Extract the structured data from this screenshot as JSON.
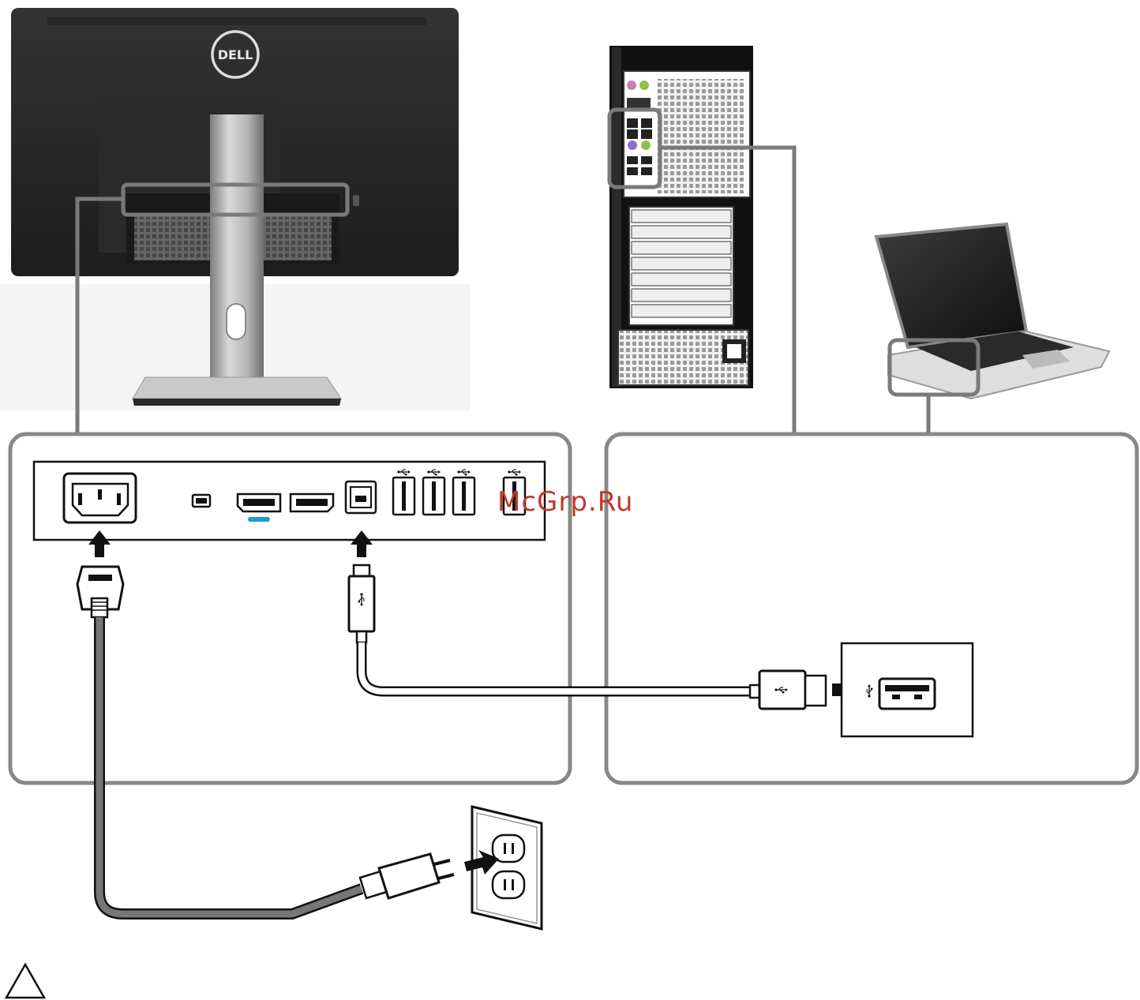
{
  "monitor": {
    "brand": "DELL",
    "stand_label": "monitor-stand"
  },
  "watermark": {
    "text": "McGrp.Ru",
    "color": "#c0392b"
  },
  "colors": {
    "outline": "#1a1a1a",
    "callout": "#7a7a7a",
    "dp_accent": "#1e9ad6",
    "panel_border": "#888888",
    "cable_power": "#555555"
  },
  "ports": {
    "monitor_panel": [
      "power-inlet",
      "mini-displayport",
      "displayport-in",
      "displayport-out",
      "usb-upstream-b",
      "usb-downstream-1",
      "usb-downstream-2",
      "usb-downstream-3",
      "usb-downstream-4"
    ],
    "computer_side": [
      "usb-a-port"
    ]
  },
  "icons": {
    "usb": "usb-trident-icon",
    "caution": "caution-triangle-icon",
    "arrow": "arrow-icon"
  }
}
